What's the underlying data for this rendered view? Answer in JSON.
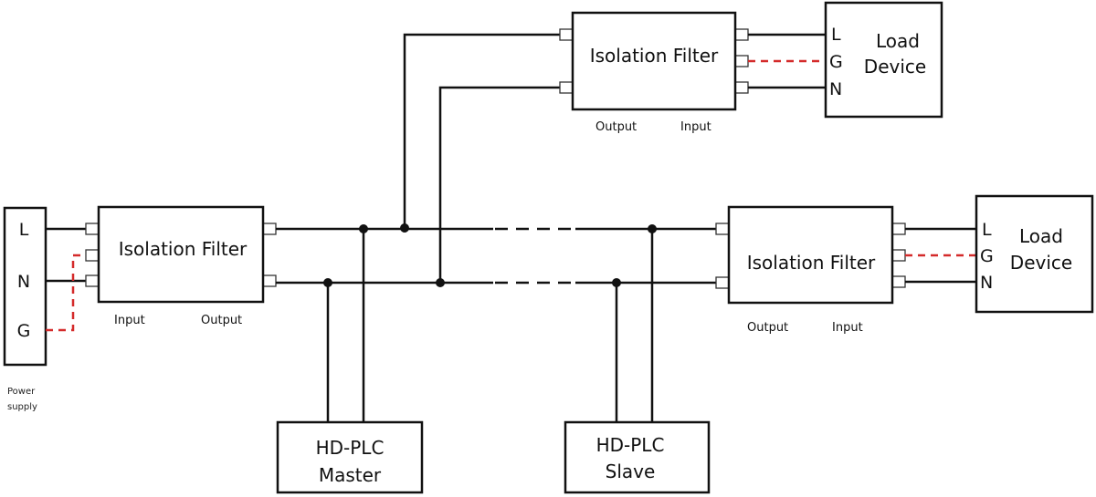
{
  "diagram": {
    "power_supply": {
      "terminals": [
        "L",
        "N",
        "G"
      ],
      "label_line1": "Power",
      "label_line2": "supply"
    },
    "filter_main": {
      "title": "Isolation Filter",
      "input_label": "Input",
      "output_label": "Output"
    },
    "filter_top": {
      "title": "Isolation Filter",
      "output_label": "Output",
      "input_label": "Input"
    },
    "filter_right": {
      "title": "Isolation Filter",
      "output_label": "Output",
      "input_label": "Input"
    },
    "load_top": {
      "terminals": [
        "L",
        "G",
        "N"
      ],
      "title_line1": "Load",
      "title_line2": "Device"
    },
    "load_right": {
      "terminals": [
        "L",
        "G",
        "N"
      ],
      "title_line1": "Load",
      "title_line2": "Device"
    },
    "plc_master": {
      "line1": "HD-PLC",
      "line2": "Master"
    },
    "plc_slave": {
      "line1": "HD-PLC",
      "line2": "Slave"
    },
    "colors": {
      "wire": "#111111",
      "ground_wire": "#d42a2a"
    }
  }
}
